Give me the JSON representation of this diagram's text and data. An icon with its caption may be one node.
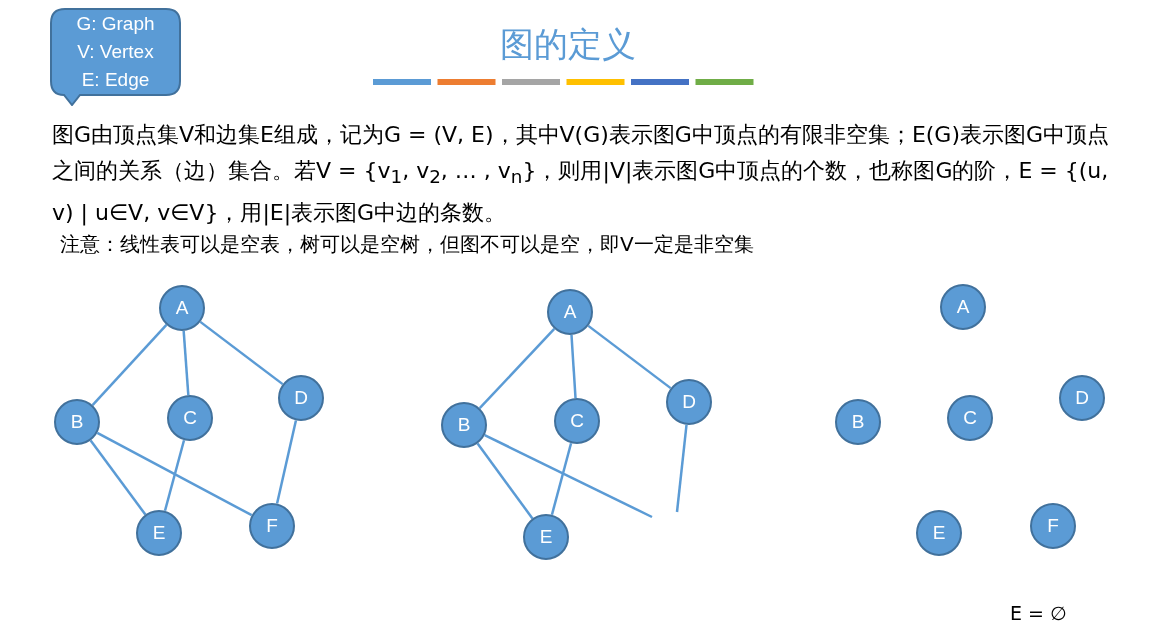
{
  "diagram": {
    "title": "图的定义",
    "nodes": [
      {
        "text": [
          "G: Graph",
          "V: Vertex",
          "E: Edge"
        ]
      },
      {
        "text": [
          "A"
        ]
      },
      {
        "text": [
          "B"
        ]
      },
      {
        "text": [
          "C"
        ]
      },
      {
        "text": [
          "D"
        ]
      },
      {
        "text": [
          "E"
        ]
      },
      {
        "text": [
          "F"
        ]
      },
      {
        "text": [
          "A"
        ]
      },
      {
        "text": [
          "B"
        ]
      },
      {
        "text": [
          "C"
        ]
      },
      {
        "text": [
          "D"
        ]
      },
      {
        "text": [
          "E"
        ]
      },
      {
        "text": [
          "A"
        ]
      },
      {
        "text": [
          "B"
        ]
      },
      {
        "text": [
          "C"
        ]
      },
      {
        "text": [
          "D"
        ]
      },
      {
        "text": [
          "E"
        ]
      },
      {
        "text": [
          "F"
        ]
      }
    ],
    "edges": [
      {
        "from": 1,
        "to": 2,
        "arrow": "none"
      },
      {
        "from": 1,
        "to": 3,
        "arrow": "none"
      },
      {
        "from": 1,
        "to": 4,
        "arrow": "none"
      },
      {
        "from": 2,
        "to": 5,
        "arrow": "none"
      },
      {
        "from": 2,
        "to": 6,
        "arrow": "none"
      },
      {
        "from": 3,
        "to": 5,
        "arrow": "none"
      },
      {
        "from": 4,
        "to": 6,
        "arrow": "none"
      },
      {
        "from": 7,
        "to": 8,
        "arrow": "none"
      },
      {
        "from": 7,
        "to": 9,
        "arrow": "none"
      },
      {
        "from": 7,
        "to": 10,
        "arrow": "none"
      },
      {
        "from": 8,
        "to": 11,
        "arrow": "none"
      },
      {
        "from": 9,
        "to": 11,
        "arrow": "none"
      },
      {
        "from": 8,
        "to": null,
        "arrow": "none"
      },
      {
        "from": 10,
        "to": null,
        "arrow": "none"
      }
    ],
    "labels": [
      "图G由顶点集V和边集E组成，记为G = (V, E)，其中V(G)表示图G中顶点的有限非空集；E(G)表示图G中顶点之间的关系（边）集合。若V = {v$_{1}$, v$_{2}$, … , v$_{n}$}，则用|V|表示图G中顶点的个数，也称图G的阶，E = {(u, v) | u∈V, v∈V}，用|E|表示图G中边的条数。",
      "注意：线性表可以是空表，树可以是空树，但图不可以是空，即V一定是非空集",
      "E = ∅"
    ]
  }
}
